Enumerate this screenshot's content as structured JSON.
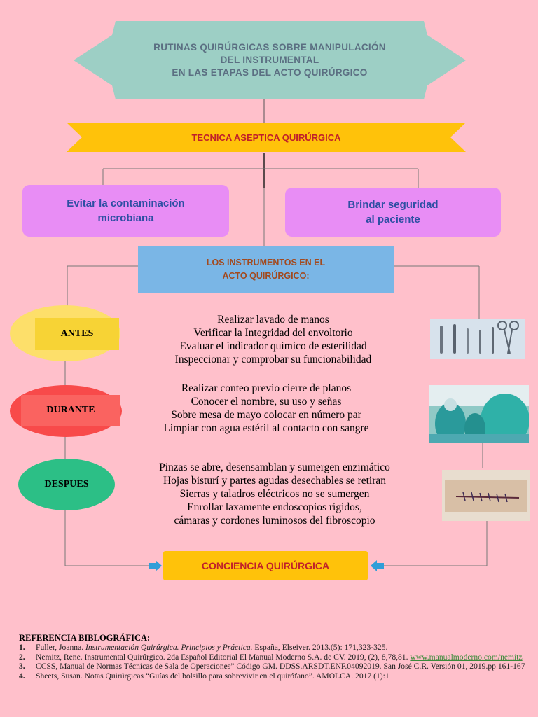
{
  "title": {
    "line1": "RUTINAS QUIRÚRGICAS SOBRE MANIPULACIÓN",
    "line2": "DEL INSTRUMENTAL",
    "line3": "EN LAS ETAPAS DEL ACTO QUIRÚRGICO"
  },
  "banner": "TECNICA ASEPTICA QUIRÚRGICA",
  "goals": {
    "left": {
      "line1": "Evitar la contaminación",
      "line2": "microbiana"
    },
    "right": {
      "line1": "Brindar seguridad",
      "line2": "al paciente"
    }
  },
  "instruments": {
    "line1": "LOS INSTRUMENTOS EN EL",
    "line2": "ACTO QUIRÚRGICO:"
  },
  "stages": [
    {
      "label": "ANTES",
      "color": "#fddf6a",
      "inner": "#f7d335",
      "items": [
        "Realizar lavado de manos",
        "Verificar la Integridad del envoltorio",
        "Evaluar el indicador químico de esterilidad",
        "Inspeccionar y comprobar su funcionabilidad"
      ]
    },
    {
      "label": "DURANTE",
      "color": "#f84a4a",
      "inner": "#fa6360",
      "items": [
        "Realizar conteo previo cierre de planos",
        "Conocer el nombre, su uso y señas",
        "Sobre mesa de mayo colocar en número par",
        "Limpiar con agua estéril al contacto con sangre"
      ]
    },
    {
      "label": "DESPUES",
      "color": "#2cbf86",
      "inner": "#2cbf86",
      "items": [
        "Pinzas se abre, desensamblan y sumergen enzimático",
        "Hojas bisturí y partes agudas desechables se retiran",
        "Sierras y taladros eléctricos no se sumergen",
        "Enrollar laxamente endoscopios rígidos,",
        "cámaras y cordones luminosos del fibroscopio"
      ]
    }
  ],
  "conciencia": "CONCIENCIA QUIRÚRGICA",
  "colors": {
    "background": "#ffc0cb",
    "title_shape": "#9dcfc5",
    "banner": "#ffc20a",
    "purple": "#e88df5",
    "instr_box": "#7ab6e6"
  },
  "references": {
    "heading": "REFERENCIA BIBLOGRÁFICA:",
    "items": [
      {
        "num": "1.",
        "pre": "Fuller, Joanna. ",
        "italic": "Instrumentación Quirúrgica. Principios y Práctica.",
        "post": " España, Elseiver. 2013.(5): 171,323-325.",
        "link": ""
      },
      {
        "num": "2.",
        "pre": "Nemitz, Rene. Instrumental Quirúrgico. 2da Español Editorial El Manual Moderno S.A. de CV. 2019, (2), 8,78,81. ",
        "italic": "",
        "post": "",
        "link": "www.manualmoderno.com/nemitz"
      },
      {
        "num": "3.",
        "pre": "CCSS, Manual de Normas Técnicas de Sala de Operaciones” Código GM. DDSS.ARSDT.ENF.04092019. San José C.R. Versión 01, 2019.pp 161-167",
        "italic": "",
        "post": "",
        "link": ""
      },
      {
        "num": "4.",
        "pre": "Sheets, Susan. Notas Quirúrgicas “Guías del bolsillo para sobrevivir en el quirófano”. AMOLCA. 2017 (1):1",
        "italic": "",
        "post": "",
        "link": ""
      }
    ]
  }
}
